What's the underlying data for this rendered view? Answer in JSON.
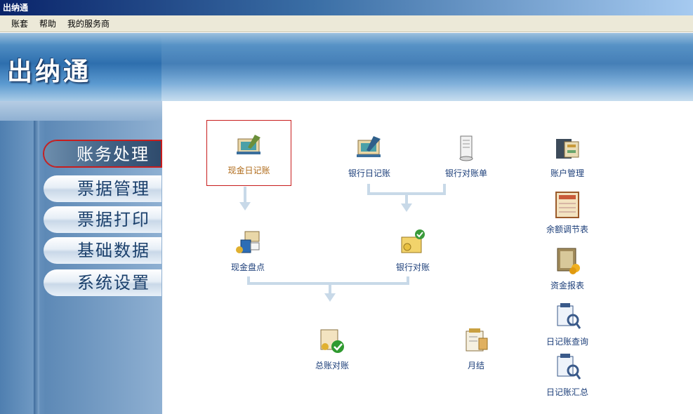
{
  "window": {
    "title": "出纳通"
  },
  "menu": {
    "items": [
      "账套",
      "帮助",
      "我的服务商"
    ]
  },
  "banner": {
    "app_title": "出纳通"
  },
  "nav": {
    "items": [
      {
        "label": "账务处理",
        "active": true
      },
      {
        "label": "票据管理",
        "active": false
      },
      {
        "label": "票据打印",
        "active": false
      },
      {
        "label": "基础数据",
        "active": false
      },
      {
        "label": "系统设置",
        "active": false
      }
    ]
  },
  "tiles": {
    "cash_journal": "现金日记账",
    "bank_journal": "银行日记账",
    "bank_statement": "银行对账单",
    "account_mgmt": "账户管理",
    "balance_adjust": "余额调节表",
    "cash_count": "现金盘点",
    "bank_reconcile": "银行对账",
    "fund_report": "资金报表",
    "journal_query": "日记账查询",
    "ledger_reconcile": "总账对账",
    "month_end": "月结",
    "journal_summary": "日记账汇总"
  },
  "colors": {
    "accent_border": "#c81d1d",
    "label_blue": "#1d3f7a",
    "label_selected": "#b06b1a",
    "connector": "#c8d9e8"
  }
}
